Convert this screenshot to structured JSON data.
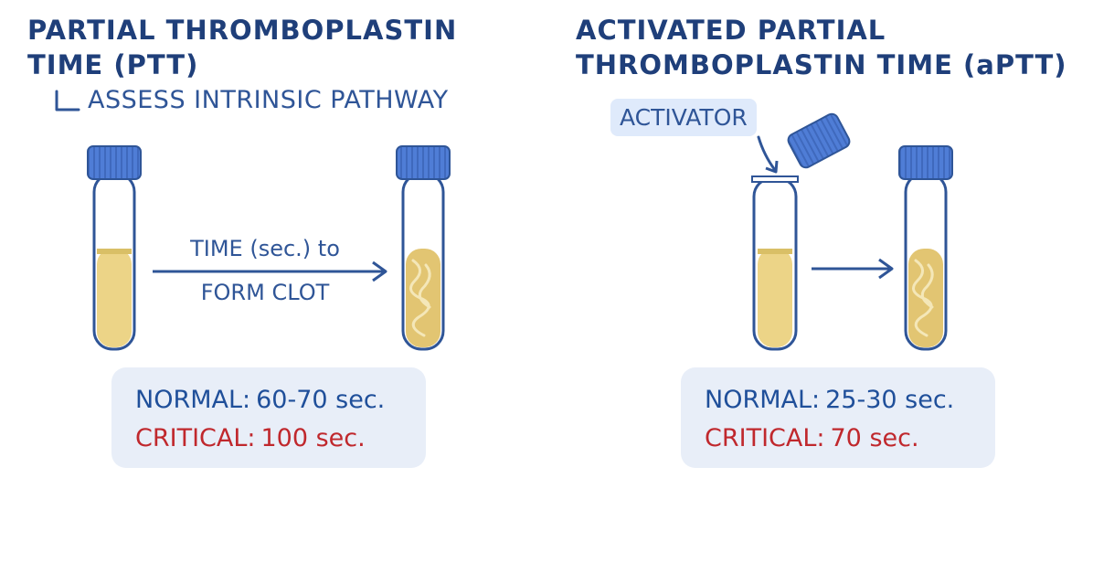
{
  "ptt": {
    "title_line1": "PARTIAL THROMBOPLASTIN",
    "title_line2": "TIME (PTT)",
    "subtitle": "ASSESS INTRINSIC PATHWAY",
    "arrow_label_line1": "TIME (sec.) to",
    "arrow_label_line2": "FORM CLOT",
    "normal_label": "NORMAL:",
    "normal_value": "60-70 sec.",
    "critical_label": "CRITICAL:",
    "critical_value": "100 sec."
  },
  "aptt": {
    "title_line1": "ACTIVATED PARTIAL",
    "title_line2": "THROMBOPLASTIN TIME (aPTT)",
    "activator_label": "ACTIVATOR",
    "normal_label": "NORMAL:",
    "normal_value": "25-30 sec.",
    "critical_label": "CRITICAL:",
    "critical_value": "70 sec."
  },
  "colors": {
    "title": "#1f3f7a",
    "text_blue": "#2f5597",
    "normal": "#1f4f9a",
    "critical": "#c0282d",
    "cap": "#4f7dd6",
    "plasma": "#ecd487",
    "box": "#e8eef8"
  }
}
